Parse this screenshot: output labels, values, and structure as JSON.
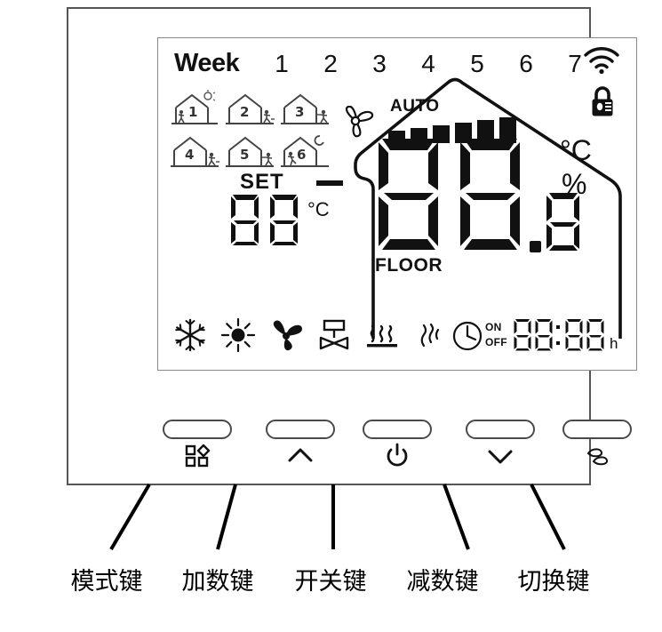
{
  "device": {
    "type": "wall-thermostat-control-panel",
    "lcd": {
      "week": {
        "label": "Week",
        "days": [
          "1",
          "2",
          "3",
          "4",
          "5",
          "6",
          "7"
        ]
      },
      "status_icons_top_right": [
        {
          "name": "wifi-icon",
          "label": "WiFi"
        },
        {
          "name": "lock-icon",
          "label": "Lock"
        }
      ],
      "program_periods": [
        {
          "number": "1",
          "icon": "house-sun-person-icon"
        },
        {
          "number": "2",
          "icon": "house-person-leaving-icon"
        },
        {
          "number": "3",
          "icon": "house-person-leaving-icon"
        },
        {
          "number": "4",
          "icon": "house-person-arriving-icon"
        },
        {
          "number": "5",
          "icon": "house-person-arriving-icon"
        },
        {
          "number": "6",
          "icon": "house-moon-person-icon"
        }
      ],
      "set_block": {
        "label": "SET",
        "minus_sign": "—",
        "value": "88",
        "unit": "°C"
      },
      "fan_block": {
        "auto_label": "AUTO",
        "fan_icon": "fan-icon",
        "bar_count": 6
      },
      "main_readout": {
        "value": "88",
        "decimal": "8",
        "decimal_separator": ".",
        "unit_temperature": "°C",
        "unit_humidity": "%",
        "sensor_label": "FLOOR"
      },
      "status_row": {
        "icons": [
          {
            "name": "snowflake-icon",
            "label": "Cooling"
          },
          {
            "name": "sun-icon",
            "label": "Heating"
          },
          {
            "name": "fan-icon",
            "label": "Fan"
          },
          {
            "name": "valve-icon",
            "label": "Valve"
          },
          {
            "name": "floor-heating-icon",
            "label": "Floor heating"
          },
          {
            "name": "steam-icon",
            "label": "Steam"
          },
          {
            "name": "clock-icon",
            "label": "Timer"
          }
        ],
        "timer": {
          "on_label": "ON",
          "off_label": "OFF",
          "value": "88:88",
          "unit": "h"
        }
      }
    },
    "buttons": [
      {
        "name": "mode-button",
        "glyph": "mode-grid-icon",
        "caption": "模式键"
      },
      {
        "name": "up-button",
        "glyph": "chevron-up-icon",
        "caption": "加数键"
      },
      {
        "name": "power-button",
        "glyph": "power-icon",
        "caption": "开关键"
      },
      {
        "name": "down-button",
        "glyph": "chevron-down-icon",
        "caption": "减数键"
      },
      {
        "name": "toggle-button",
        "glyph": "leaf-toggle-icon",
        "caption": "切换键"
      }
    ],
    "colors": {
      "ink": "#111111",
      "frame": "#555555",
      "lcd_border": "#8a8a8a",
      "button_border": "#4a4a4a",
      "background": "#ffffff"
    }
  }
}
